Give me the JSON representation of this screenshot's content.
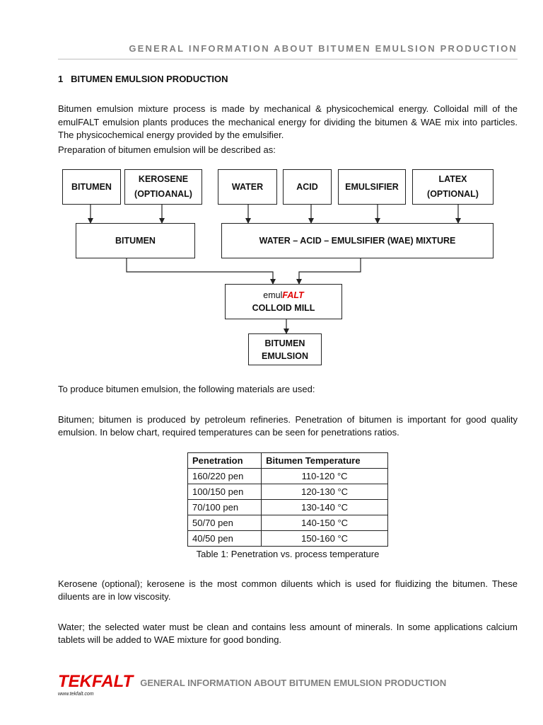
{
  "header": {
    "title": "GENERAL INFORMATION ABOUT BITUMEN EMULSION PRODUCTION"
  },
  "section": {
    "number": "1",
    "title": "BITUMEN EMULSION PRODUCTION"
  },
  "paragraphs": {
    "intro": "Bitumen emulsion mixture process is made by mechanical & physicochemical energy. Colloidal mill of the emulFALT emulsion plants produces the mechanical energy for dividing the bitumen & WAE mix into particles. The physicochemical energy provided by the emulsifier.",
    "prep": "Preparation of bitumen emulsion will be described as:",
    "materials": "To produce bitumen emulsion, the following materials are used:",
    "bitumen": "Bitumen; bitumen is produced by petroleum refineries. Penetration of bitumen is important for good quality emulsion. In below chart, required temperatures can be seen for penetrations ratios.",
    "kerosene": "Kerosene (optional); kerosene is the most common diluents which is used for fluidizing the bitumen. These diluents are in low viscosity.",
    "water": "Water; the selected water must be clean and contains less amount of minerals. In some applications calcium tablets will be added to WAE mixture for good bonding."
  },
  "diagram": {
    "inputs": [
      {
        "l1": "BITUMEN",
        "l2": ""
      },
      {
        "l1": "KEROSENE",
        "l2": "(OPTIOANAL)"
      },
      {
        "l1": "WATER",
        "l2": ""
      },
      {
        "l1": "ACID",
        "l2": ""
      },
      {
        "l1": "EMULSIFIER",
        "l2": ""
      },
      {
        "l1": "LATEX",
        "l2": "(OPTIONAL)"
      }
    ],
    "bitumen": "BITUMEN",
    "wae": "WATER – ACID – EMULSIFIER (WAE) MIXTURE",
    "mill": {
      "prefix": "emul",
      "brand": "FALT",
      "label": "COLLOID MILL"
    },
    "output": {
      "l1": "BITUMEN",
      "l2": "EMULSION"
    }
  },
  "table": {
    "headers": [
      "Penetration",
      "Bitumen Temperature"
    ],
    "rows": [
      [
        "160/220 pen",
        "110-120 °C"
      ],
      [
        "100/150 pen",
        "120-130 °C"
      ],
      [
        "70/100 pen",
        "130-140 °C"
      ],
      [
        "50/70 pen",
        "140-150 °C"
      ],
      [
        "40/50 pen",
        "150-160 °C"
      ]
    ],
    "caption": "Table 1: Penetration vs. process temperature"
  },
  "footer": {
    "logo": "TEKFALT",
    "url": "www.tekfalt.com",
    "title": "GENERAL INFORMATION ABOUT BITUMEN EMULSION PRODUCTION"
  },
  "colors": {
    "brand": "#e00000",
    "header_gray": "#7f7f7f"
  }
}
